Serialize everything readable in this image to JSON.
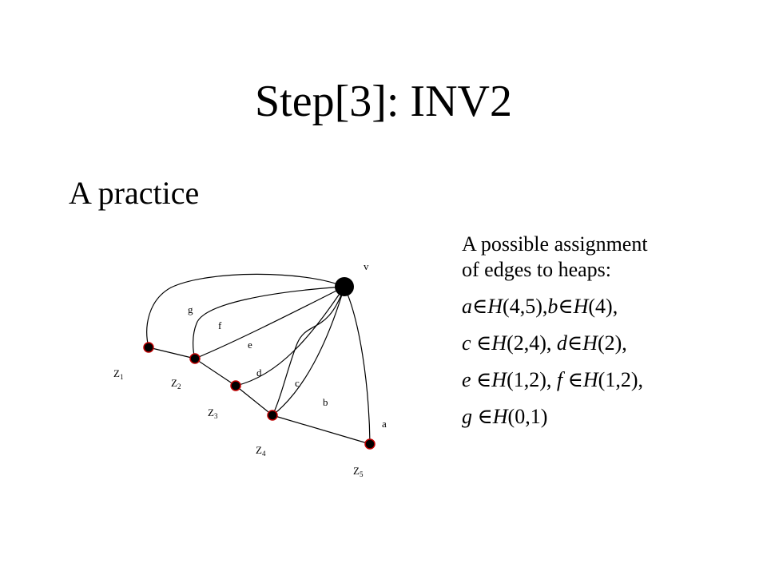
{
  "slide": {
    "title": "Step[3]: INV2",
    "subtitle": "A practice"
  },
  "assignment": {
    "heading_line1": "A possible assignment",
    "heading_line2": "of edges to heaps:",
    "lines": [
      [
        {
          "t": "a",
          "i": true
        },
        {
          "t": "∈",
          "i": false
        },
        {
          "t": "H",
          "i": true
        },
        {
          "t": "(4,5),",
          "i": false
        },
        {
          "t": "b",
          "i": true
        },
        {
          "t": "∈",
          "i": false
        },
        {
          "t": "H",
          "i": true
        },
        {
          "t": "(4),",
          "i": false
        }
      ],
      [
        {
          "t": "c",
          "i": true
        },
        {
          "t": " ∈",
          "i": false
        },
        {
          "t": "H",
          "i": true
        },
        {
          "t": "(2,4), ",
          "i": false
        },
        {
          "t": "d",
          "i": true
        },
        {
          "t": "∈",
          "i": false
        },
        {
          "t": "H",
          "i": true
        },
        {
          "t": "(2),",
          "i": false
        }
      ],
      [
        {
          "t": "e",
          "i": true
        },
        {
          "t": " ∈",
          "i": false
        },
        {
          "t": "H",
          "i": true
        },
        {
          "t": "(1,2), ",
          "i": false
        },
        {
          "t": "f",
          "i": true
        },
        {
          "t": " ∈",
          "i": false
        },
        {
          "t": "H",
          "i": true
        },
        {
          "t": "(1,2),",
          "i": false
        }
      ],
      [
        {
          "t": "g",
          "i": true
        },
        {
          "t": " ∈",
          "i": false
        },
        {
          "t": "H",
          "i": true
        },
        {
          "t": "(0,1)",
          "i": false
        }
      ]
    ]
  },
  "diagram": {
    "vertex_label": "v",
    "node_labels": [
      {
        "base": "Z",
        "sub": "1"
      },
      {
        "base": "Z",
        "sub": "2"
      },
      {
        "base": "Z",
        "sub": "3"
      },
      {
        "base": "Z",
        "sub": "4"
      },
      {
        "base": "Z",
        "sub": "5"
      }
    ],
    "edge_labels": [
      "a",
      "b",
      "c",
      "d",
      "e",
      "f",
      "g"
    ],
    "colors": {
      "node_fill": "#000000",
      "node_accent": "#c00000",
      "stroke": "#000000"
    }
  }
}
